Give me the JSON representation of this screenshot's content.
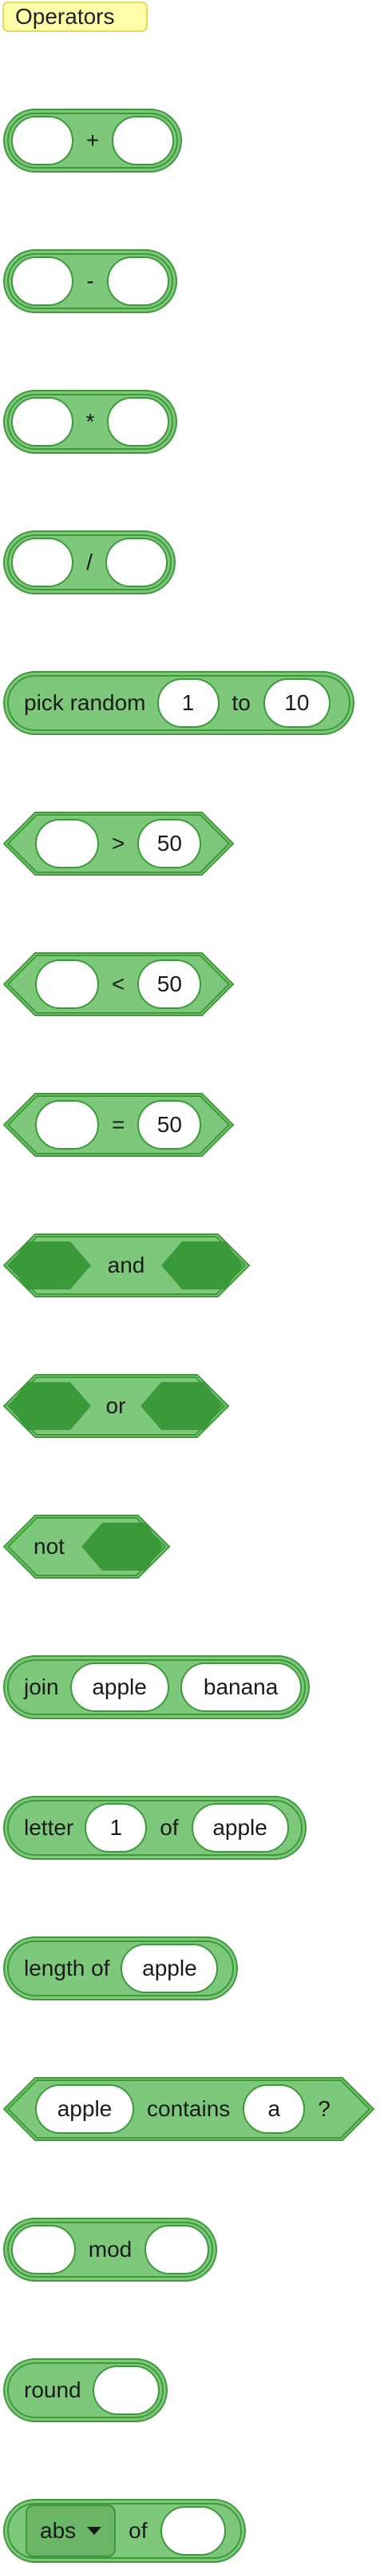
{
  "palette": {
    "category": "Operators"
  },
  "blocks": {
    "add": {
      "op": "+"
    },
    "subtract": {
      "op": "-"
    },
    "multiply": {
      "op": "*"
    },
    "divide": {
      "op": "/"
    },
    "random": {
      "label": "pick random",
      "from": "1",
      "to_label": "to",
      "to": "10"
    },
    "gt": {
      "op": ">",
      "value": "50"
    },
    "lt": {
      "op": "<",
      "value": "50"
    },
    "eq": {
      "op": "=",
      "value": "50"
    },
    "and": {
      "label": "and"
    },
    "or": {
      "label": "or"
    },
    "not": {
      "label": "not"
    },
    "join": {
      "label": "join",
      "a": "apple",
      "b": "banana"
    },
    "letter": {
      "label": "letter",
      "index": "1",
      "of_label": "of",
      "text": "apple"
    },
    "length": {
      "label": "length of",
      "text": "apple"
    },
    "contains": {
      "text": "apple",
      "label": "contains",
      "value": "a",
      "suffix": "?"
    },
    "mod": {
      "label": "mod"
    },
    "round": {
      "label": "round"
    },
    "mathop": {
      "func": "abs",
      "of_label": "of"
    }
  },
  "colors": {
    "block_fill": "#7ec87b",
    "block_border": "#3c9a3a",
    "slot_dark": "#3a9a3a",
    "category_fill": "#ffffaa"
  },
  "icons": {
    "dropdown": "caret-down-icon"
  }
}
